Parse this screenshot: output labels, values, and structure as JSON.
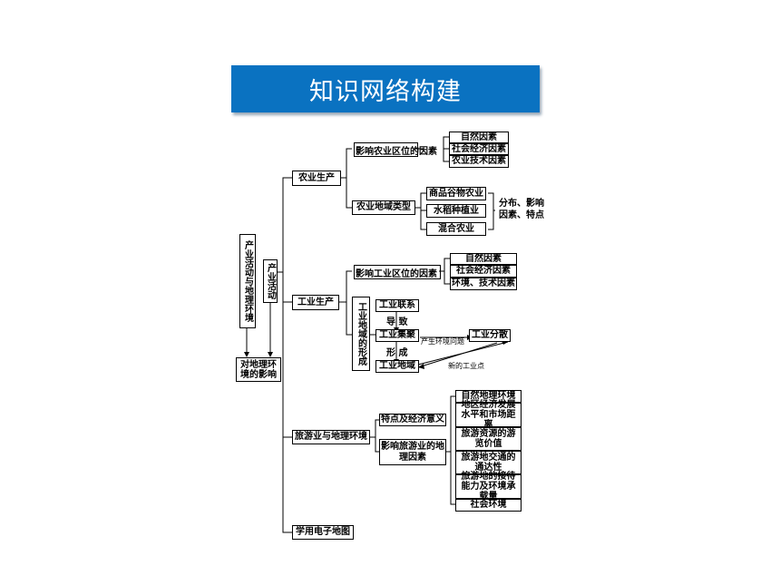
{
  "title": "知识网络构建",
  "root": "产业活动与地理环境",
  "sub_root": "产业活动",
  "effect": "对地理环境的影响",
  "agriculture": {
    "label": "农业生产",
    "location_factors": "影响农业区位的因素",
    "factors": [
      "自然因素",
      "社会经济因素",
      "农业技术因素"
    ],
    "regional_types": "农业地域类型",
    "types": [
      "商品谷物农业",
      "水稻种植业",
      "混合农业"
    ],
    "type_summary": "分布、影响因素、特点"
  },
  "industry": {
    "label": "工业生产",
    "location_factors": "影响工业区位的因素",
    "factors": [
      "自然因素",
      "社会经济因素",
      "环境、技术因素"
    ],
    "formation": "工业地域的形成",
    "link": "工业联系",
    "lead": "导 致",
    "cluster": "工业集聚",
    "form": "形 成",
    "region": "工业地域",
    "env_problem": "产生环境问题",
    "dispersion": "工业分散",
    "new_point": "新的工业点"
  },
  "tourism": {
    "label": "旅游业与地理环境",
    "features": "特点及经济意义",
    "factors_label": "影响旅游业的地理因素",
    "factors": [
      "自然地理环境",
      "地区经济发展水平和市场距离",
      "旅游资源的游览价值",
      "旅游地交通的通达性",
      "旅游地的接待能力及环境承载量",
      "社会环境"
    ]
  },
  "emap": "学用电子地图"
}
